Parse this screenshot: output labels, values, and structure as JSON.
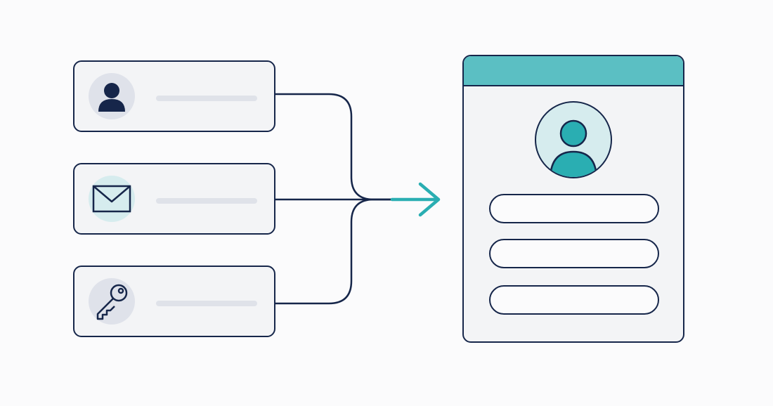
{
  "diagram": {
    "inputs": [
      {
        "id": "user",
        "icon": "user-icon"
      },
      {
        "id": "email",
        "icon": "envelope-icon"
      },
      {
        "id": "password",
        "icon": "key-icon"
      }
    ],
    "output": {
      "avatar_icon": "user-icon",
      "field_count": 3
    }
  },
  "colors": {
    "outline": "#16264a",
    "accent": "#2aaeb2",
    "header": "#5bbfc3",
    "card_fill": "#f3f4f6",
    "placeholder": "#dfe2e9",
    "badge_gray": "#dfe2ea",
    "badge_teal": "#d6ecee"
  }
}
